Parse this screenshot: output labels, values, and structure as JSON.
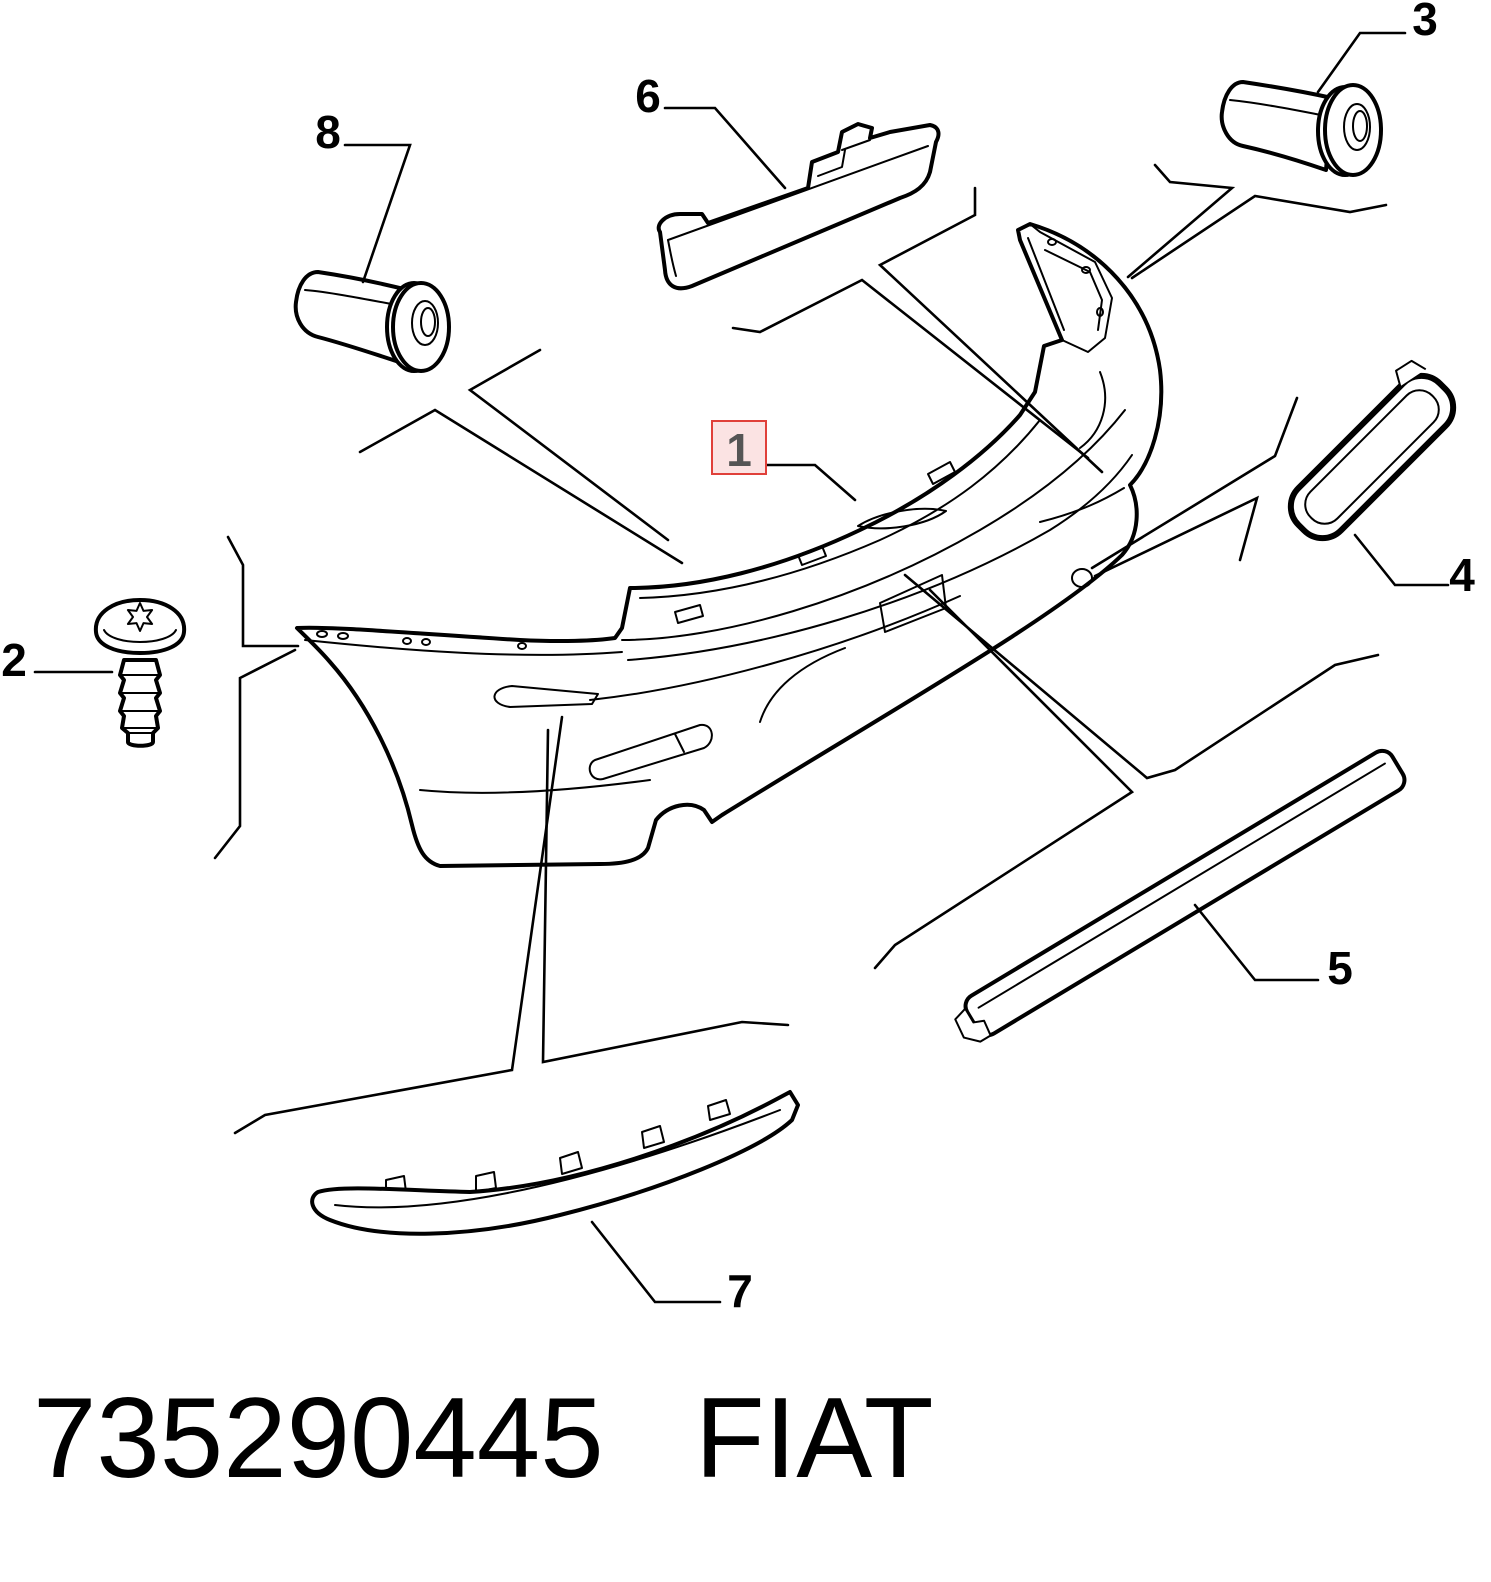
{
  "diagram": {
    "callouts": [
      {
        "label": "1",
        "highlighted": true
      },
      {
        "label": "2",
        "highlighted": false
      },
      {
        "label": "3",
        "highlighted": false
      },
      {
        "label": "4",
        "highlighted": false
      },
      {
        "label": "5",
        "highlighted": false
      },
      {
        "label": "6",
        "highlighted": false
      },
      {
        "label": "7",
        "highlighted": false
      },
      {
        "label": "8",
        "highlighted": false
      }
    ]
  },
  "footer": {
    "part_number": "735290445",
    "brand": "FIAT"
  },
  "colors": {
    "line": "#000000",
    "background": "#ffffff",
    "highlight_border": "#e0403a",
    "highlight_fill": "#fbe3e3"
  }
}
